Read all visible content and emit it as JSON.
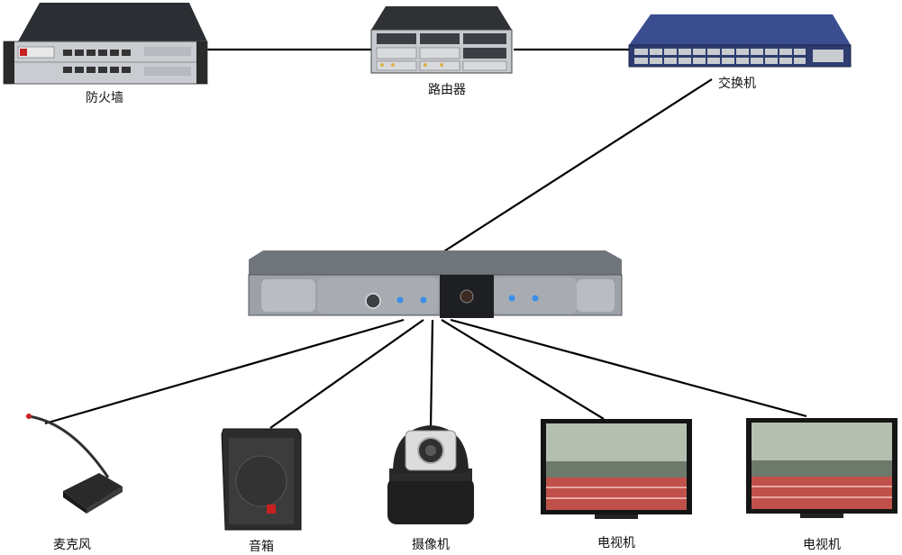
{
  "diagram": {
    "nodes": {
      "firewall": {
        "label": "防火墙"
      },
      "router": {
        "label": "路由器"
      },
      "switch": {
        "label": "交换机"
      },
      "terminal": {
        "label": ""
      },
      "microphone": {
        "label": "麦克风"
      },
      "speaker": {
        "label": "音箱"
      },
      "camera": {
        "label": "摄像机"
      },
      "tv1": {
        "label": "电视机"
      },
      "tv2": {
        "label": "电视机"
      }
    },
    "edges": [
      [
        "firewall",
        "router"
      ],
      [
        "router",
        "switch"
      ],
      [
        "switch",
        "terminal"
      ],
      [
        "terminal",
        "microphone"
      ],
      [
        "terminal",
        "speaker"
      ],
      [
        "terminal",
        "camera"
      ],
      [
        "terminal",
        "tv1"
      ],
      [
        "terminal",
        "tv2"
      ]
    ],
    "colors": {
      "connector": "#000000",
      "rack_dark": "#2b2e33",
      "rack_silver": "#c9ccd0",
      "switch_body": "#3a4d8f",
      "terminal_body": "#7a7f86",
      "tv_frame": "#151515",
      "port_green": "#8fd18f"
    }
  }
}
